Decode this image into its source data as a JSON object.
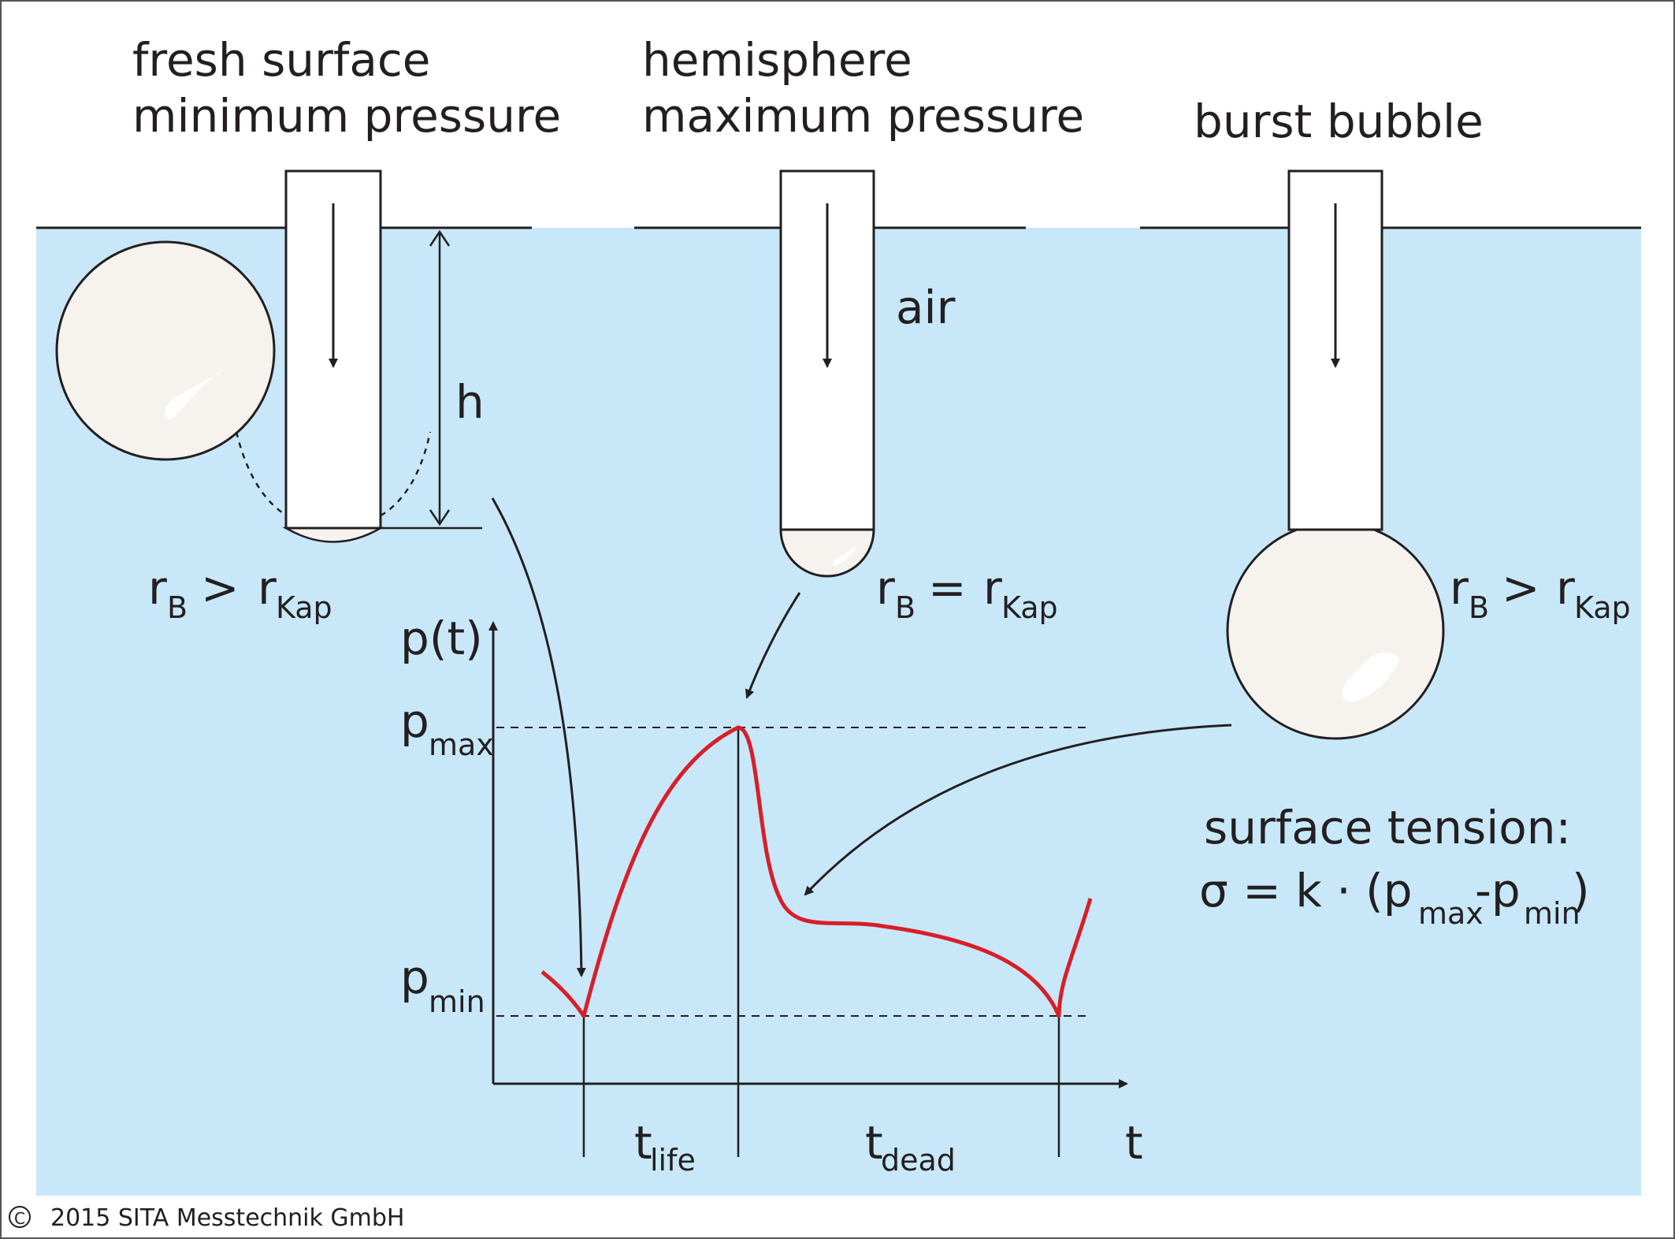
{
  "captions": {
    "left_line1": "fresh surface",
    "left_line2": "minimum pressure",
    "middle_line1": "hemisphere",
    "middle_line2": "maximum pressure",
    "right": "burst bubble"
  },
  "labels": {
    "air": "air",
    "h": "h",
    "r": "r",
    "B": "B",
    "Kap": "Kap",
    "gt": ">",
    "eq": "="
  },
  "graph": {
    "y_axis": "p(t)",
    "x_axis": "t",
    "p": "p",
    "max": "max",
    "min": "min",
    "t": "t",
    "life": "life",
    "dead": "dead"
  },
  "formula": {
    "heading": "surface tension:",
    "lhs": "σ = k · (p",
    "mid": "-p",
    "close": ")",
    "max": "max",
    "min": "min"
  },
  "copyright": "2015 SITA Messtechnik GmbH",
  "colors": {
    "water": "#c8e8f9",
    "bubble": "#f6f2ee",
    "curve": "#d71f2a",
    "ink": "#231f20"
  }
}
